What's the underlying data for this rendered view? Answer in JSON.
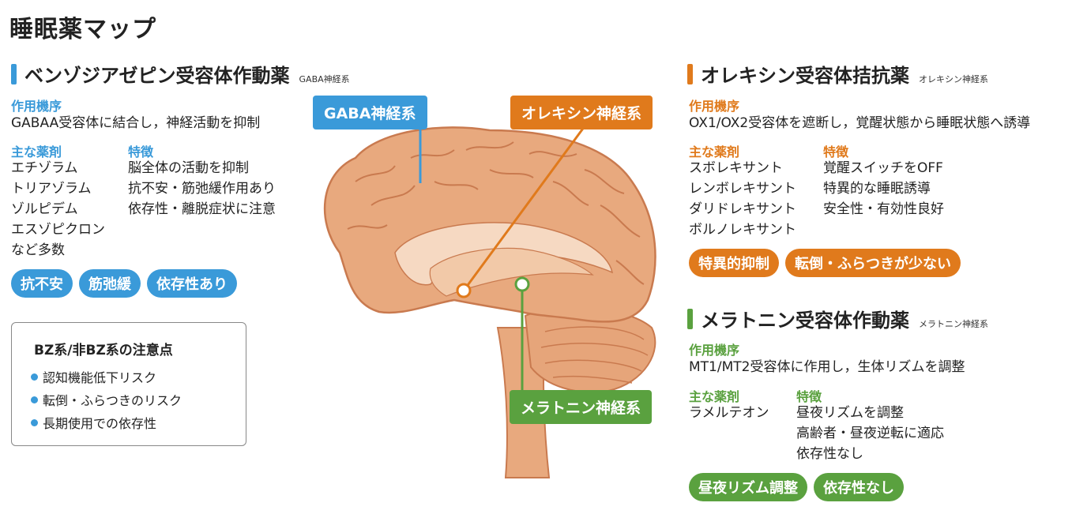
{
  "page_title": "睡眠薬マップ",
  "colors": {
    "blue": "#3a9ad9",
    "orange": "#e07a1c",
    "green": "#5aa13f",
    "brain": "#e8a97e",
    "brain_outline": "#c97a4f"
  },
  "left": {
    "title": "ベンゾジアゼピン受容体作動薬",
    "subtitle": "GABA神経系",
    "mechanism_label": "作用機序",
    "mechanism": "GABAA受容体に結合し，神経活動を抑制",
    "drugs_label": "主な薬剤",
    "drugs": [
      "エチゾラム",
      "トリアゾラム",
      "ゾルピデム",
      "エスゾピクロン",
      "など多数"
    ],
    "features_label": "特徴",
    "features": [
      "脳全体の活動を抑制",
      "抗不安・筋弛緩作用あり",
      "依存性・離脱症状に注意"
    ],
    "tags": [
      "抗不安",
      "筋弛緩",
      "依存性あり"
    ],
    "note": {
      "title": "BZ系/非BZ系の注意点",
      "items": [
        "認知機能低下リスク",
        "転倒・ふらつきのリスク",
        "長期使用での依存性"
      ]
    }
  },
  "right_top": {
    "title": "オレキシン受容体拮抗薬",
    "subtitle": "オレキシン神経系",
    "mechanism_label": "作用機序",
    "mechanism": "OX1/OX2受容体を遮断し，覚醒状態から睡眠状態へ誘導",
    "drugs_label": "主な薬剤",
    "drugs": [
      "スボレキサント",
      "レンボレキサント",
      "ダリドレキサント",
      "ボルノレキサント"
    ],
    "features_label": "特徴",
    "features": [
      "覚醒スイッチをOFF",
      "特異的な睡眠誘導",
      "安全性・有効性良好"
    ],
    "tags": [
      "特異的抑制",
      "転倒・ふらつきが少ない"
    ]
  },
  "right_bottom": {
    "title": "メラトニン受容体作動薬",
    "subtitle": "メラトニン神経系",
    "mechanism_label": "作用機序",
    "mechanism": "MT1/MT2受容体に作用し，生体リズムを調整",
    "drugs_label": "主な薬剤",
    "drugs": [
      "ラメルテオン"
    ],
    "features_label": "特徴",
    "features": [
      "昼夜リズムを調整",
      "高齢者・昼夜逆転に適応",
      "依存性なし"
    ],
    "tags": [
      "昼夜リズム調整",
      "依存性なし"
    ]
  },
  "callouts": {
    "gaba": "GABA神経系",
    "orexin": "オレキシン神経系",
    "melatonin": "メラトニン神経系"
  }
}
